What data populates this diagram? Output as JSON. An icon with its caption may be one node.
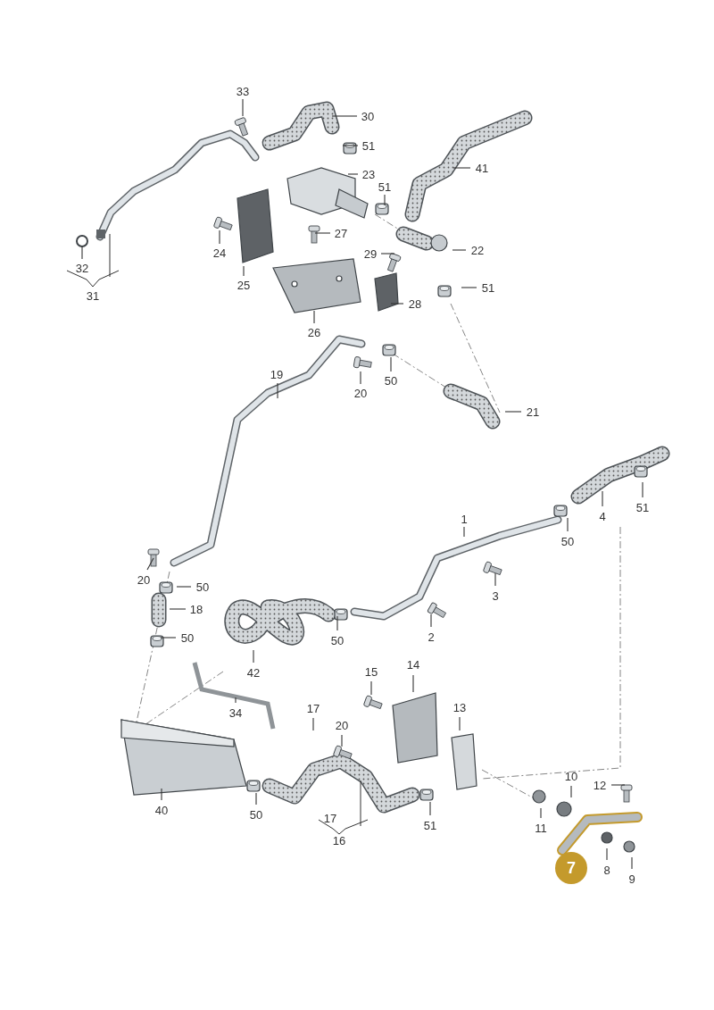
{
  "diagram": {
    "nodes": [
      {
        "text": [
          "33"
        ]
      },
      {
        "text": [
          "30"
        ]
      },
      {
        "text": [
          "51"
        ]
      },
      {
        "text": [
          "23"
        ]
      },
      {
        "text": [
          "41"
        ]
      },
      {
        "text": [
          "51"
        ]
      },
      {
        "text": [
          "27"
        ]
      },
      {
        "text": [
          "24"
        ]
      },
      {
        "text": [
          "22"
        ]
      },
      {
        "text": [
          "29"
        ]
      },
      {
        "text": [
          "32"
        ]
      },
      {
        "text": [
          "25"
        ]
      },
      {
        "text": [
          "51"
        ]
      },
      {
        "text": [
          "28"
        ]
      },
      {
        "text": [
          "31"
        ]
      },
      {
        "text": [
          "26"
        ]
      },
      {
        "text": [
          "19"
        ]
      },
      {
        "text": [
          "20"
        ]
      },
      {
        "text": [
          "50"
        ]
      },
      {
        "text": [
          "21"
        ]
      },
      {
        "text": [
          "1"
        ]
      },
      {
        "text": [
          "4"
        ]
      },
      {
        "text": [
          "51"
        ]
      },
      {
        "text": [
          "50"
        ]
      },
      {
        "text": [
          "20"
        ]
      },
      {
        "text": [
          "50"
        ]
      },
      {
        "text": [
          "3"
        ]
      },
      {
        "text": [
          "18"
        ]
      },
      {
        "text": [
          "2"
        ]
      },
      {
        "text": [
          "50"
        ]
      },
      {
        "text": [
          "50"
        ]
      },
      {
        "text": [
          "42"
        ]
      },
      {
        "text": [
          "15"
        ]
      },
      {
        "text": [
          "14"
        ]
      },
      {
        "text": [
          "17"
        ]
      },
      {
        "text": [
          "34"
        ]
      },
      {
        "text": [
          "20"
        ]
      },
      {
        "text": [
          "13"
        ]
      },
      {
        "text": [
          "10"
        ]
      },
      {
        "text": [
          "12"
        ]
      },
      {
        "text": [
          "40"
        ]
      },
      {
        "text": [
          "50"
        ]
      },
      {
        "text": [
          "17"
        ]
      },
      {
        "text": [
          "51"
        ]
      },
      {
        "text": [
          "11"
        ]
      },
      {
        "text": [
          "16"
        ]
      },
      {
        "text": [
          "7"
        ]
      },
      {
        "text": [
          "8"
        ]
      },
      {
        "text": [
          "9"
        ]
      }
    ],
    "edges": [
      {
        "from": 0,
        "to": null,
        "arrow": "none"
      },
      {
        "from": 1,
        "to": null,
        "arrow": "none"
      },
      {
        "from": 2,
        "to": null,
        "arrow": "none"
      },
      {
        "from": 3,
        "to": null,
        "arrow": "none"
      },
      {
        "from": 4,
        "to": null,
        "arrow": "none"
      },
      {
        "from": 5,
        "to": null,
        "arrow": "none"
      },
      {
        "from": 6,
        "to": null,
        "arrow": "none"
      },
      {
        "from": 7,
        "to": null,
        "arrow": "none"
      },
      {
        "from": 8,
        "to": null,
        "arrow": "none"
      },
      {
        "from": 9,
        "to": null,
        "arrow": "none"
      },
      {
        "from": 10,
        "to": null,
        "arrow": "none"
      },
      {
        "from": 11,
        "to": null,
        "arrow": "none"
      },
      {
        "from": 12,
        "to": null,
        "arrow": "none"
      },
      {
        "from": 13,
        "to": null,
        "arrow": "none"
      },
      {
        "from": 15,
        "to": null,
        "arrow": "none"
      },
      {
        "from": 16,
        "to": null,
        "arrow": "none"
      },
      {
        "from": 17,
        "to": null,
        "arrow": "none"
      },
      {
        "from": 18,
        "to": null,
        "arrow": "none"
      },
      {
        "from": 19,
        "to": null,
        "arrow": "none"
      },
      {
        "from": 20,
        "to": null,
        "arrow": "none"
      },
      {
        "from": 21,
        "to": null,
        "arrow": "none"
      },
      {
        "from": 22,
        "to": null,
        "arrow": "none"
      },
      {
        "from": 23,
        "to": null,
        "arrow": "none"
      },
      {
        "from": 24,
        "to": null,
        "arrow": "none"
      },
      {
        "from": 25,
        "to": null,
        "arrow": "none"
      },
      {
        "from": 26,
        "to": null,
        "arrow": "none"
      },
      {
        "from": 27,
        "to": null,
        "arrow": "none"
      },
      {
        "from": 28,
        "to": null,
        "arrow": "none"
      },
      {
        "from": 29,
        "to": null,
        "arrow": "none"
      },
      {
        "from": 30,
        "to": null,
        "arrow": "none"
      },
      {
        "from": 31,
        "to": null,
        "arrow": "none"
      },
      {
        "from": 32,
        "to": null,
        "arrow": "none"
      },
      {
        "from": 33,
        "to": null,
        "arrow": "none"
      },
      {
        "from": 34,
        "to": null,
        "arrow": "none"
      },
      {
        "from": 35,
        "to": null,
        "arrow": "none"
      },
      {
        "from": 36,
        "to": null,
        "arrow": "none"
      },
      {
        "from": 37,
        "to": null,
        "arrow": "none"
      },
      {
        "from": 38,
        "to": null,
        "arrow": "none"
      },
      {
        "from": 39,
        "to": null,
        "arrow": "none"
      },
      {
        "from": 40,
        "to": null,
        "arrow": "none"
      },
      {
        "from": 41,
        "to": null,
        "arrow": "none"
      },
      {
        "from": 43,
        "to": null,
        "arrow": "none"
      },
      {
        "from": 44,
        "to": null,
        "arrow": "none"
      },
      {
        "from": 47,
        "to": null,
        "arrow": "none"
      },
      {
        "from": 48,
        "to": null,
        "arrow": "none"
      }
    ]
  }
}
